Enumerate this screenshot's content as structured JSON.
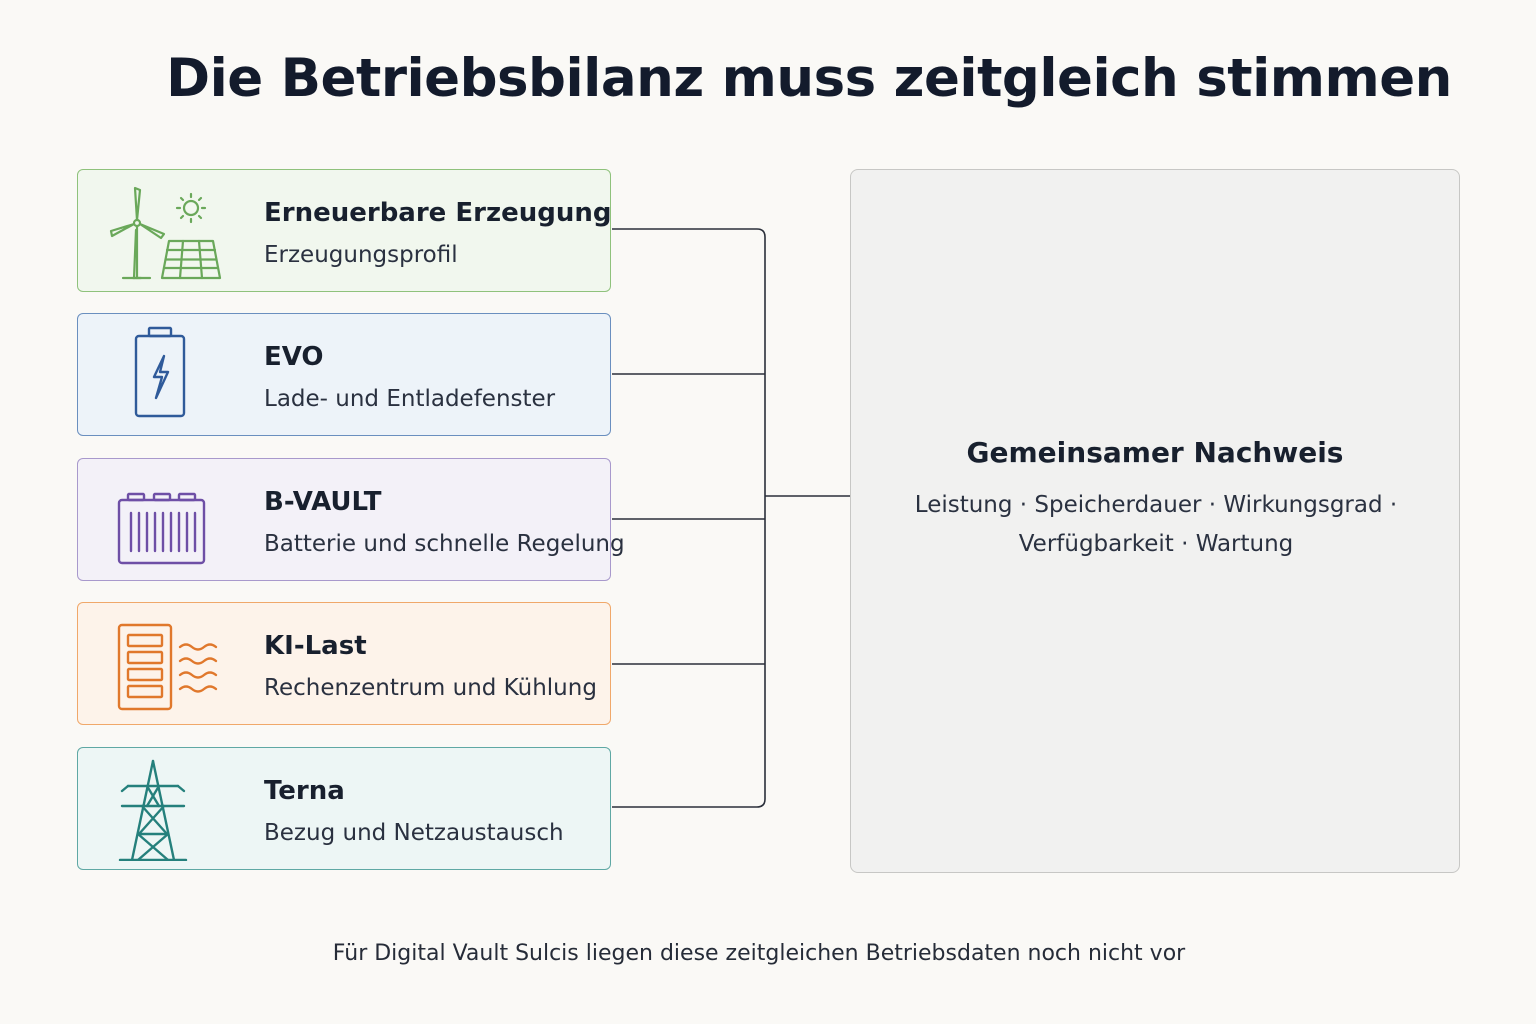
{
  "title": "Die Betriebsbilanz muss zeitgleich stimmen",
  "sources": [
    {
      "name": "Erneuerbare Erzeugung",
      "desc": "Erzeugungsprofil",
      "icon": "wind-solar-icon",
      "color": "#6aa85a"
    },
    {
      "name": "EVO",
      "desc": "Lade- und Entladefenster",
      "icon": "battery-charge-icon",
      "color": "#2f5a9a"
    },
    {
      "name": "B-VAULT",
      "desc": "Batterie und schnelle Regelung",
      "icon": "battery-rack-icon",
      "color": "#6e4fa6"
    },
    {
      "name": "KI-Last",
      "desc": "Rechenzentrum und Kühlung",
      "icon": "server-cooling-icon",
      "color": "#e0782c"
    },
    {
      "name": "Terna",
      "desc": "Bezug und Netzaustausch",
      "icon": "transmission-tower-icon",
      "color": "#25807c"
    }
  ],
  "proof": {
    "title": "Gemeinsamer Nachweis",
    "line1": "Leistung · Speicherdauer · Wirkungsgrad ·",
    "line2": "Verfügbarkeit · Wartung"
  },
  "footnote": "Für Digital Vault Sulcis liegen diese zeitgleichen Betriebsdaten noch nicht vor"
}
